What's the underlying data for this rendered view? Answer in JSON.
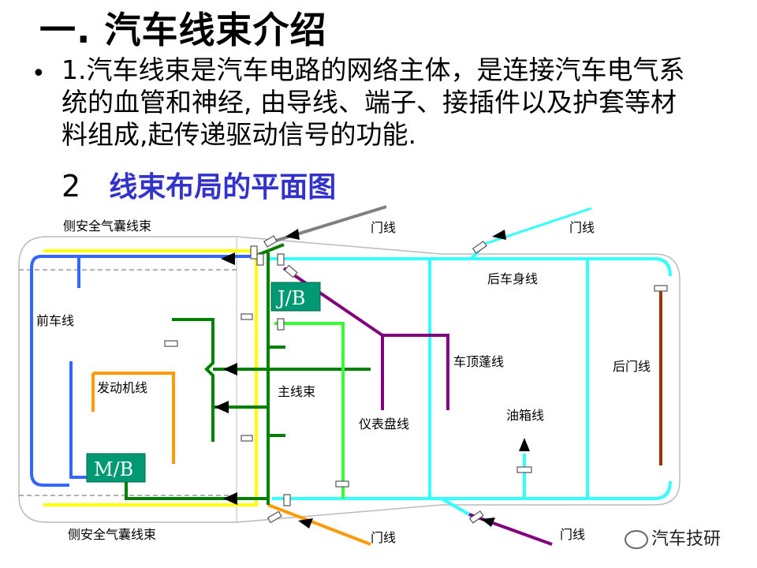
{
  "title": "一. 汽车线束介绍",
  "bullet": "•",
  "paragraph": "1.汽车线束是汽车电路的网络主体，是连接汽车电气系统的血管和神经, 由导线、端子、接插件以及护套等材料组成,起传递驱动信号的功能.",
  "section": {
    "number": "2",
    "heading": "线束布局的平面图"
  },
  "diagram": {
    "labels": {
      "airbag_top": "侧安全气囊线束",
      "airbag_bottom": "侧安全气囊线束",
      "front": "前车线",
      "engine": "发动机线",
      "main": "主线束",
      "dashboard": "仪表盘线",
      "roof": "车顶蓬线",
      "rear_body": "后车身线",
      "rear_door": "后门线",
      "fuel_tank": "油箱线",
      "door_top_center": "门线",
      "door_top_right": "门线",
      "door_bottom_center": "门线",
      "door_bottom_right": "门线"
    },
    "boxes": {
      "jb": "J/B",
      "mb": "M/B"
    },
    "colors": {
      "yellow": "#ffff00",
      "blue": "#3366ff",
      "green": "#008000",
      "light_green": "#33ff33",
      "cyan": "#33ffff",
      "purple": "#800080",
      "orange": "#ff9900",
      "brown": "#993300",
      "gray": "#808080",
      "box": "#009973"
    }
  },
  "watermark": "汽车技研"
}
